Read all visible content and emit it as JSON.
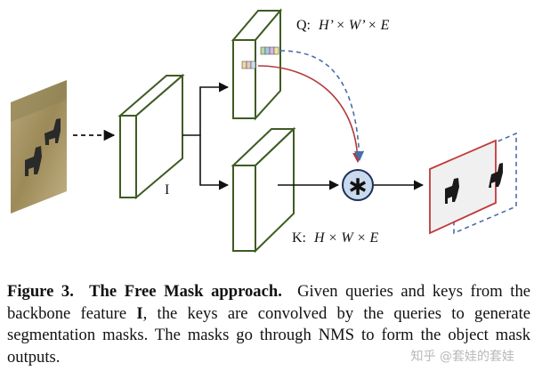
{
  "figure": {
    "feature_label": "I",
    "query_label": {
      "prefix": "Q:",
      "dims": "H’ × W’ × E"
    },
    "key_label": {
      "prefix": "K:",
      "dims": "H × W × E"
    },
    "operator_symbol": "∗",
    "colors": {
      "block_stroke": "#3f5b23",
      "arrow_red": "#b43a3a",
      "arrow_blue": "#4a6ea8",
      "operator_fill": "#c9d9ee",
      "output_red": "#c0393b",
      "output_blue": "#4a6ea8"
    }
  },
  "caption": {
    "figure_label": "Figure 3.",
    "title": "The Free Mask approach.",
    "body_1": "Given queries and keys from the backbone feature ",
    "body_bold": "I",
    "body_2": ", the keys are convolved by the queries to generate segmentation masks. The masks go through NMS to form the object mask outputs."
  },
  "watermark": "知乎 @套娃的套娃"
}
